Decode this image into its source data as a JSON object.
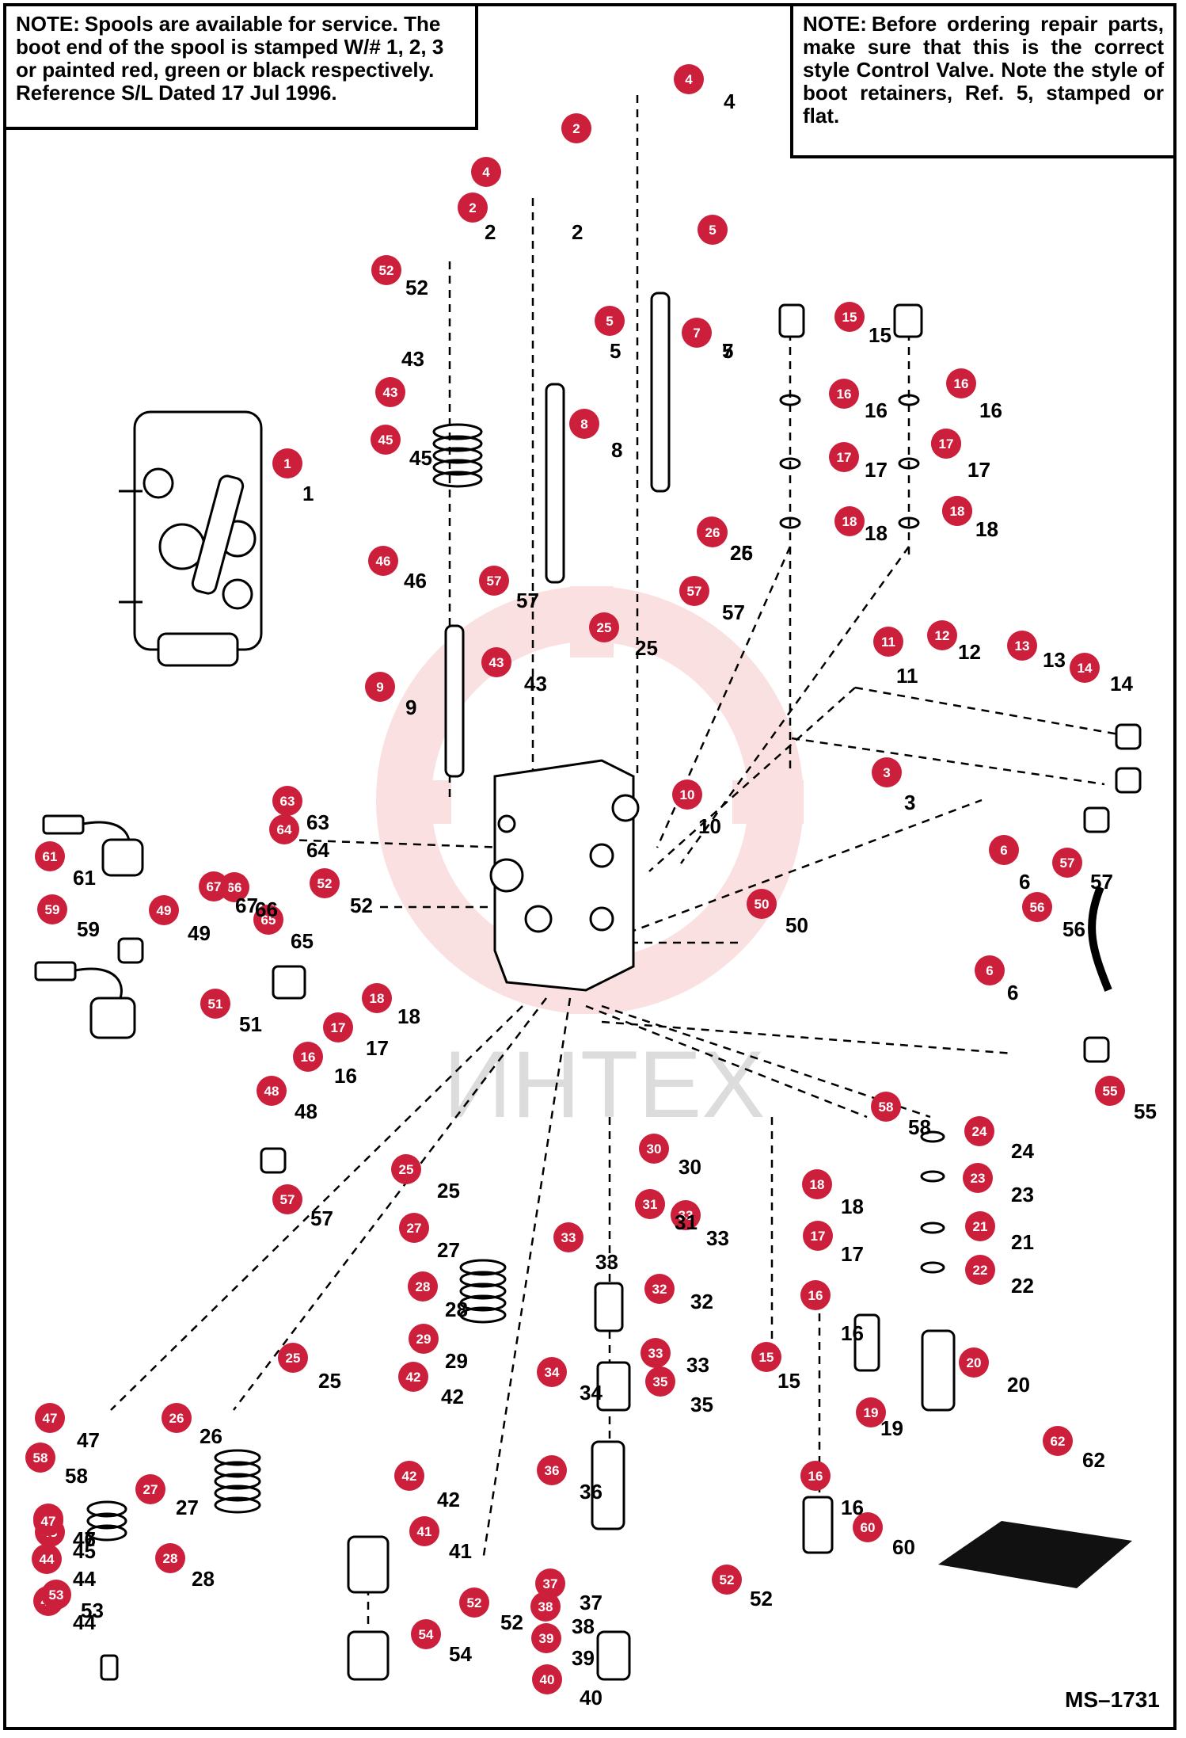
{
  "notes": {
    "left": {
      "lead": "NOTE:",
      "text": "Spools are available for service.  The boot end of the spool is stamped W/# 1, 2, 3 or painted red, green or black respectively. Reference S/L Dated 17 Jul 1996."
    },
    "right": {
      "lead": "NOTE:",
      "text": "Before ordering repair parts, make sure that this is the correct style Control Valve. Note the style of boot retainers, Ref. 5, stamped or flat."
    }
  },
  "drawing_id": "MS–1731",
  "watermark": "ИНТЕХ",
  "colors": {
    "callout": "#cc1f3b",
    "ink": "#000000",
    "watermark": "#e8b6b6"
  },
  "callouts": [
    "1",
    "2",
    "2",
    "3",
    "4",
    "4",
    "5",
    "5",
    "6",
    "6",
    "7",
    "8",
    "9",
    "10",
    "11",
    "12",
    "13",
    "14",
    "15",
    "15",
    "16",
    "16",
    "16",
    "16",
    "16",
    "17",
    "17",
    "17",
    "17",
    "17",
    "18",
    "18",
    "18",
    "18",
    "18",
    "20",
    "21",
    "22",
    "23",
    "24",
    "25",
    "25",
    "25",
    "25",
    "26",
    "26",
    "27",
    "27",
    "28",
    "28",
    "29",
    "30",
    "31",
    "32",
    "33",
    "33",
    "33",
    "34",
    "35",
    "36",
    "37",
    "38",
    "39",
    "40",
    "41",
    "42",
    "42",
    "43",
    "43",
    "44",
    "44",
    "45",
    "45",
    "46",
    "46",
    "47",
    "47",
    "48",
    "49",
    "50",
    "51",
    "52",
    "52",
    "52",
    "52",
    "53",
    "54",
    "55",
    "56",
    "57",
    "57",
    "57",
    "57",
    "58",
    "58",
    "59",
    "60",
    "61",
    "62",
    "63",
    "64",
    "65",
    "66",
    "67",
    "19"
  ],
  "reference_labels": [
    "1",
    "2",
    "2",
    "3",
    "4",
    "5",
    "5",
    "6",
    "6",
    "7",
    "8",
    "9",
    "10",
    "11",
    "12",
    "13",
    "14",
    "15",
    "15",
    "16",
    "16",
    "16",
    "16",
    "16",
    "17",
    "17",
    "17",
    "17",
    "17",
    "18",
    "18",
    "18",
    "18",
    "18",
    "19",
    "20",
    "21",
    "22",
    "23",
    "24",
    "25",
    "25",
    "25",
    "25",
    "26",
    "26",
    "27",
    "27",
    "28",
    "28",
    "29",
    "30",
    "31",
    "32",
    "33",
    "33",
    "33",
    "34",
    "35",
    "36",
    "37",
    "38",
    "39",
    "40",
    "41",
    "42",
    "42",
    "43",
    "43",
    "44",
    "44",
    "45",
    "45",
    "46",
    "46",
    "47",
    "47",
    "48",
    "49",
    "50",
    "51",
    "52",
    "52",
    "52",
    "52",
    "53",
    "54",
    "55",
    "56",
    "57",
    "57",
    "57",
    "57",
    "58",
    "58",
    "59",
    "60",
    "61",
    "62",
    "63",
    "64",
    "65",
    "66",
    "67"
  ]
}
